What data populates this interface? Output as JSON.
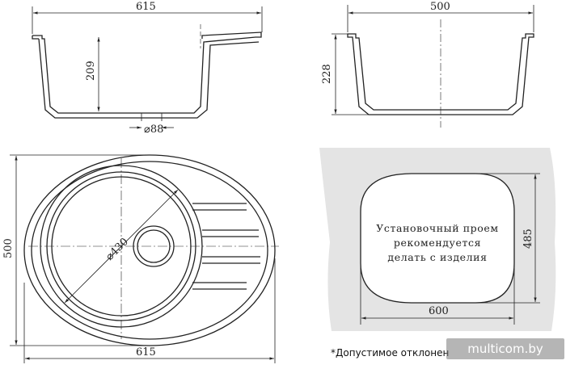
{
  "dimensions": {
    "side_view_width": "615",
    "side_view_height": "209",
    "drain_diameter": "⌀88",
    "front_view_width": "500",
    "front_view_height": "228",
    "top_view_width": "615",
    "top_view_height": "500",
    "bowl_diameter": "⌀430",
    "cutout_width": "600",
    "cutout_height": "485"
  },
  "cutout_label": {
    "line1": "Установочный проем",
    "line2": "рекомендуется",
    "line3": "делать с изделия"
  },
  "footnote": "*Допустимое отклонен",
  "watermark": "multicom.by"
}
